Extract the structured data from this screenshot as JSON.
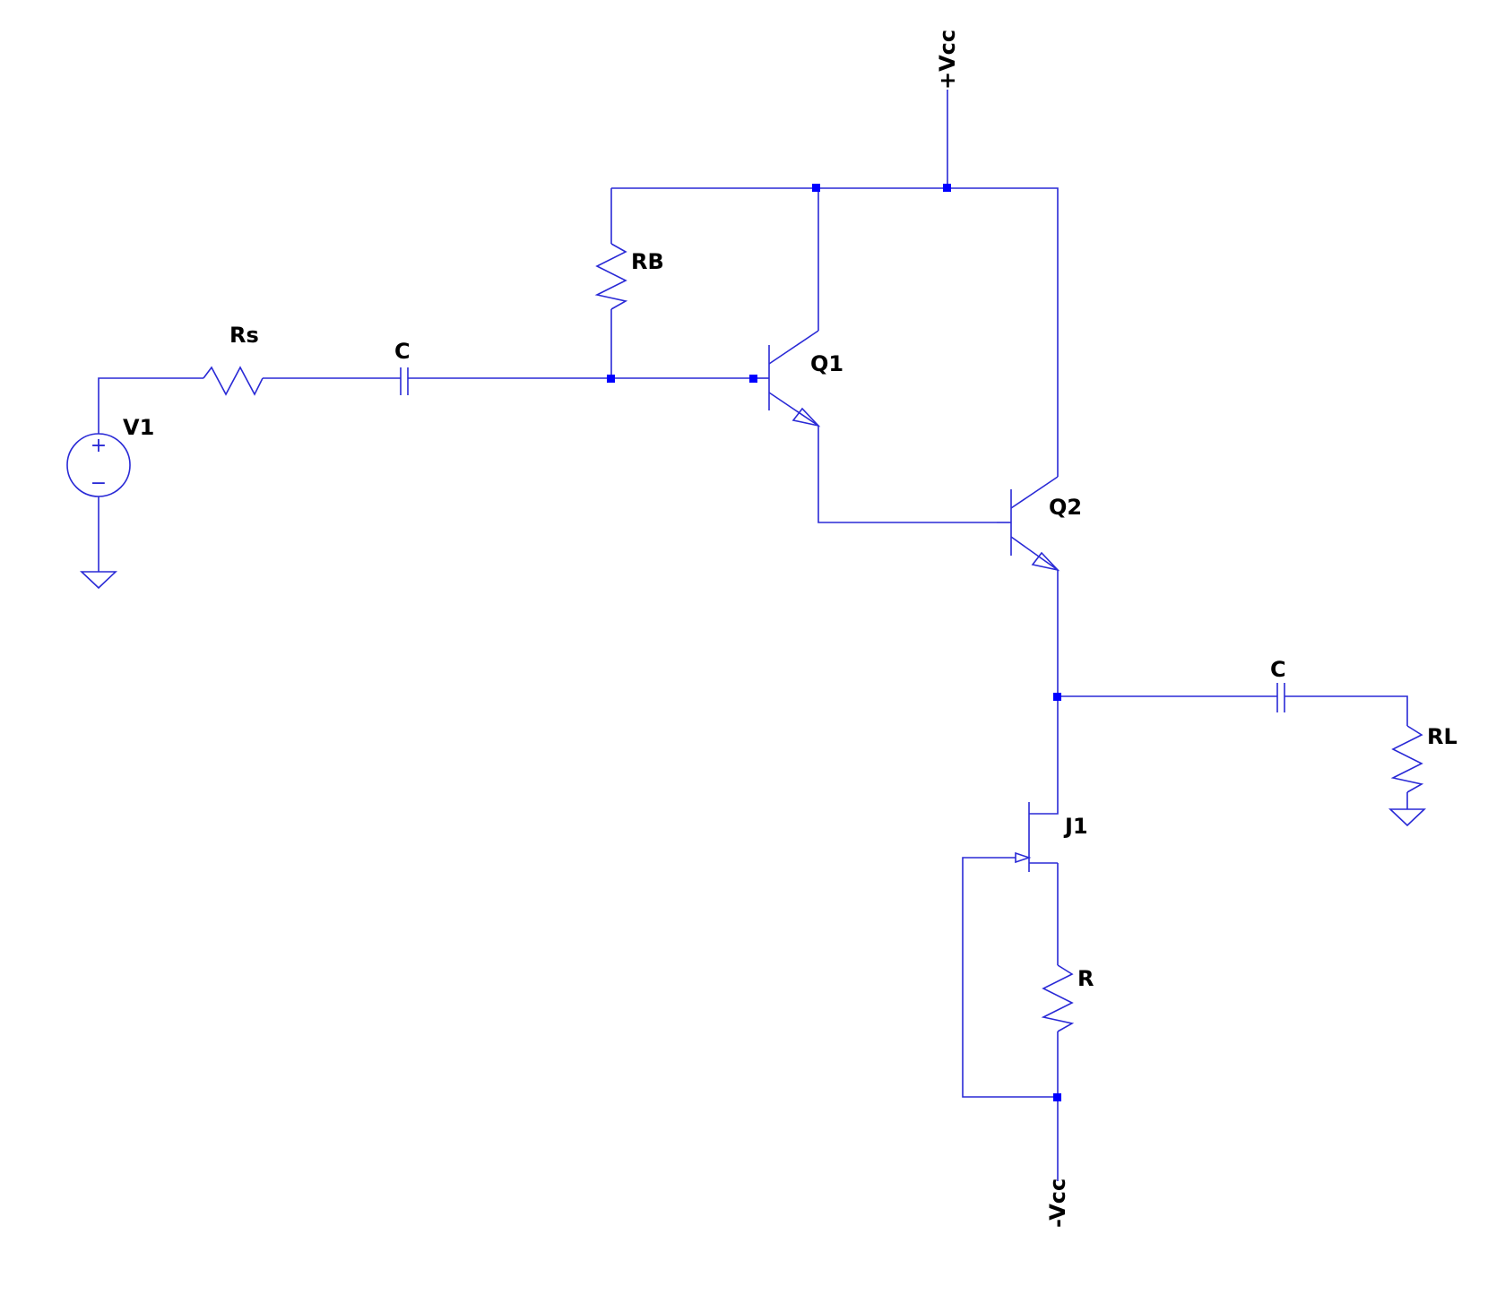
{
  "schematic": {
    "colors": {
      "wire": "#2a2ad6",
      "node": "#0000ff",
      "label": "#000000",
      "background": "#ffffff"
    },
    "labels": {
      "v1": "V1",
      "rs": "Rs",
      "c_in": "C",
      "rb": "RB",
      "q1": "Q1",
      "q2": "Q2",
      "c_out": "C",
      "rl": "RL",
      "j1": "J1",
      "r": "R",
      "vcc_pos": "+Vcc",
      "vcc_neg": "-Vcc"
    },
    "symbols": {
      "source_plus": "+",
      "source_minus": "−"
    }
  }
}
